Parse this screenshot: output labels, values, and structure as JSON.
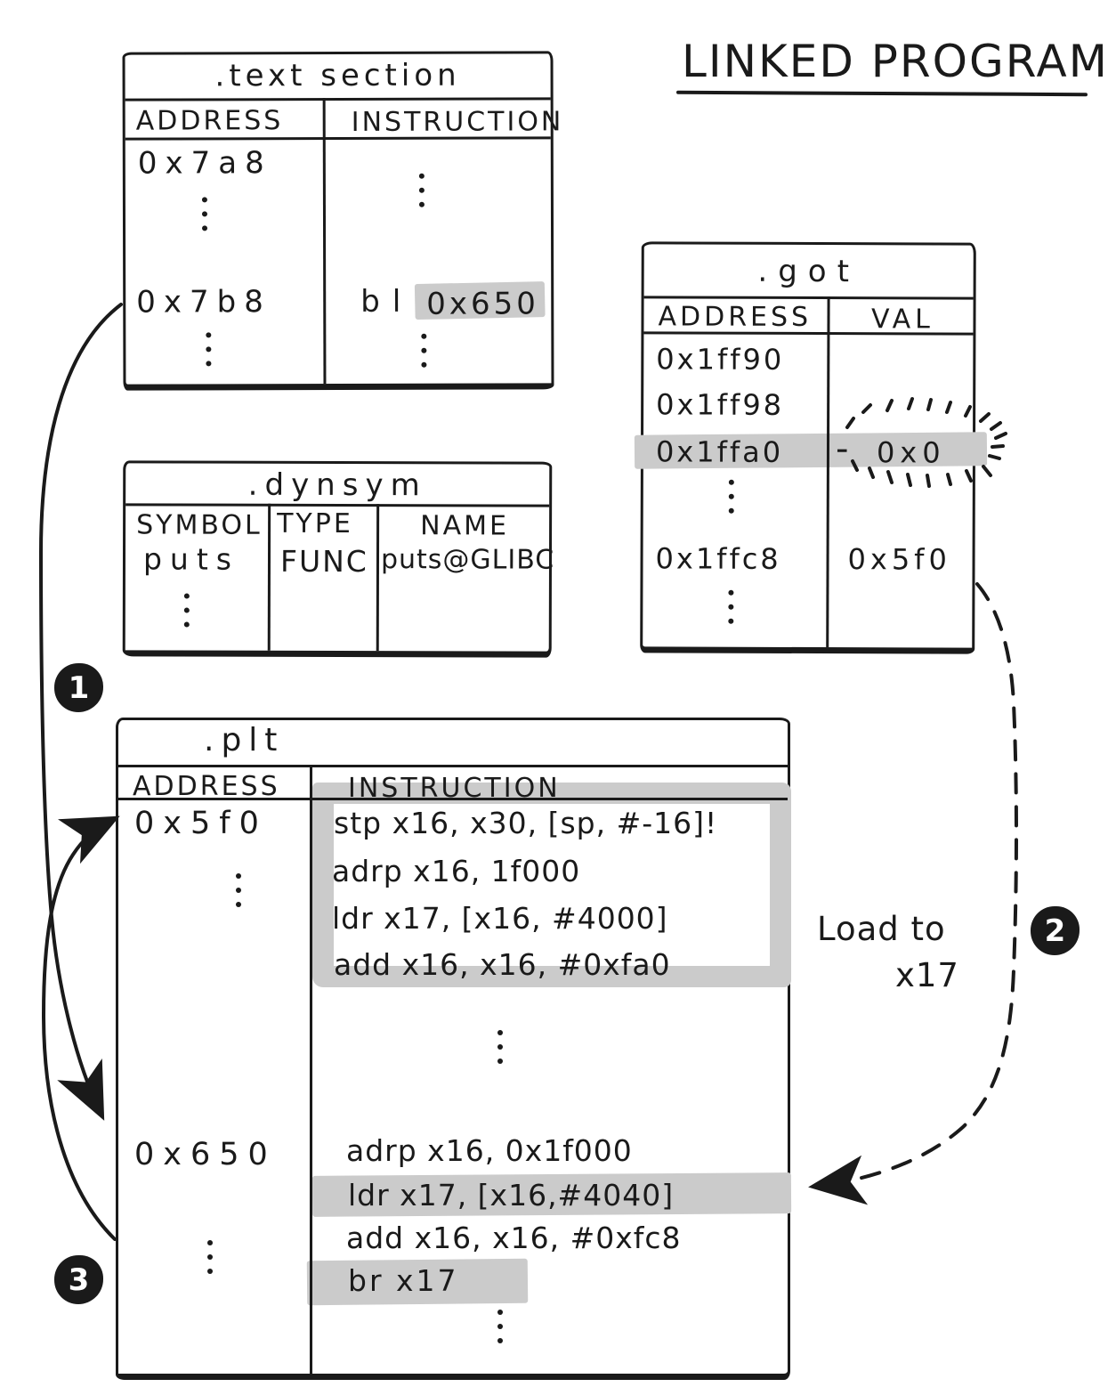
{
  "page": {
    "title": "LINKED PROGRAM"
  },
  "colors": {
    "ink": "#1a1a1a",
    "highlight": "#cbcbcb",
    "paper": "#ffffff"
  },
  "steps": {
    "one": "1",
    "two": "2",
    "three": "3"
  },
  "load_label": {
    "line1": "Load to",
    "line2": "x17"
  },
  "text_section": {
    "title": ".text section",
    "headers": [
      "ADDRESS",
      "INSTRUCTION"
    ],
    "row1": {
      "address": "0x7a8"
    },
    "row2": {
      "address": "0x7b8",
      "mnemonic": "bl",
      "target": "0x650"
    }
  },
  "dynsym": {
    "title": ".dynsym",
    "headers": [
      "SYMBOL",
      "TYPE",
      "NAME"
    ],
    "row1": {
      "symbol": "puts",
      "type": "FUNC",
      "name": "puts@GLIBC"
    }
  },
  "got": {
    "title": ".got",
    "headers": [
      "ADDRESS",
      "VAL"
    ],
    "row1": {
      "address": "0x1ff90"
    },
    "row2": {
      "address": "0x1ff98"
    },
    "row3": {
      "address": "0x1ffa0",
      "dash": "-",
      "val": "0x0"
    },
    "row4": {
      "address": "0x1ffc8",
      "val": "0x5f0"
    }
  },
  "plt": {
    "title": ".plt",
    "headers": [
      "ADDRESS",
      "INSTRUCTION"
    ],
    "block1": {
      "address": "0x5f0",
      "instructions": [
        "stp x16, x30, [sp, #-16]!",
        "adrp x16, 1f000",
        "ldr x17, [x16, #4000]",
        "add x16, x16, #0xfa0"
      ]
    },
    "block2": {
      "address": "0x650",
      "instructions": [
        "adrp x16, 0x1f000",
        "ldr x17, [x16,#4040]",
        "add x16, x16, #0xfc8",
        "br x17"
      ]
    }
  }
}
